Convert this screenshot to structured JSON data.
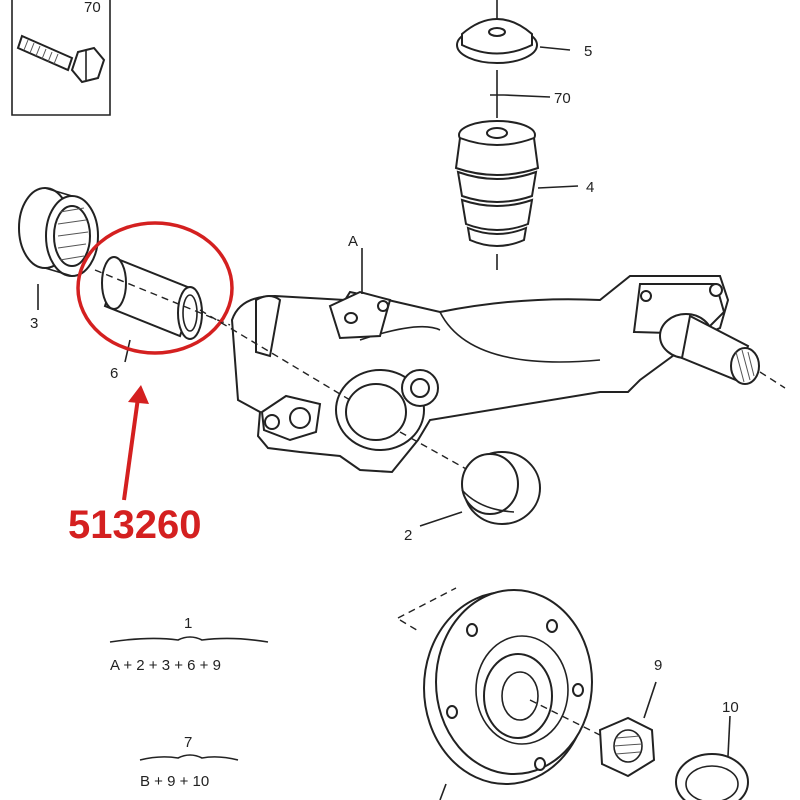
{
  "callouts": {
    "c70_box": "70",
    "c5": "5",
    "c70_mid": "70",
    "c4": "4",
    "cA": "A",
    "c3": "3",
    "c6": "6",
    "c2": "2",
    "c9": "9",
    "c10": "10"
  },
  "part_number": "513260",
  "highlight_color": "#d42020",
  "formulas": [
    {
      "number": "1",
      "expression": "A + 2 + 3 + 6 + 9"
    },
    {
      "number": "7",
      "expression": "B + 9 + 10"
    }
  ],
  "icons": [
    "bolt-icon",
    "bump-stop-cup-icon",
    "bump-stop-icon",
    "bushing-ring-icon",
    "bushing-sleeve-icon",
    "trailing-arm-icon",
    "cap-icon",
    "wheel-hub-icon",
    "nut-icon",
    "seal-ring-icon"
  ]
}
